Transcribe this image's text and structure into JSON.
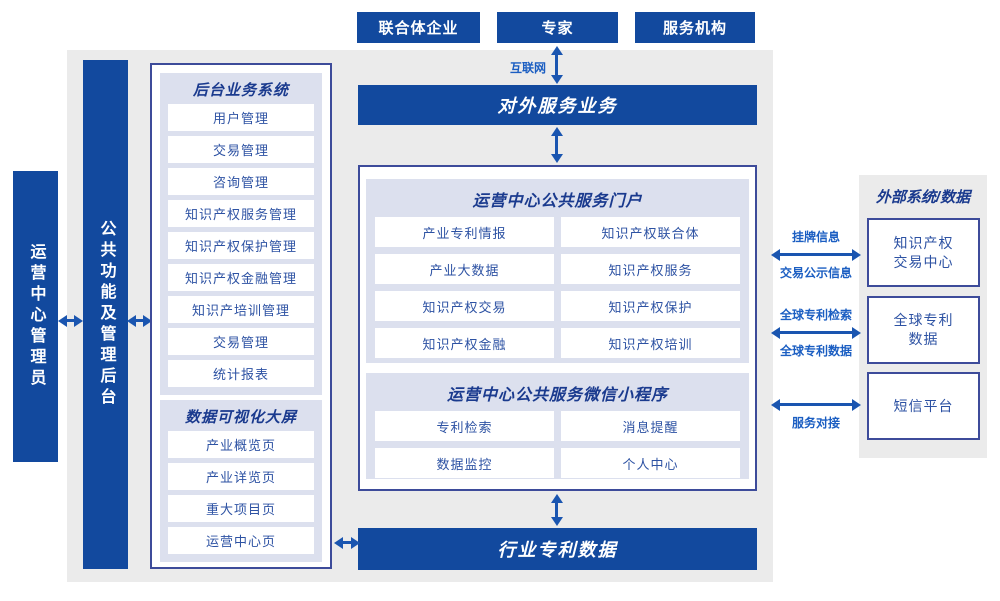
{
  "top_actors": {
    "items": [
      "联合体企业",
      "专家",
      "服务机构"
    ]
  },
  "internet": {
    "label": "互联网"
  },
  "bars": {
    "external_service": "对外服务业务",
    "industry_data": "行业专利数据"
  },
  "side_bars": {
    "admin": "运营中心管理员",
    "backend": "公共功能及管理后台"
  },
  "left_panel": {
    "backend_system": {
      "title": "后台业务系统",
      "items": [
        "用户管理",
        "交易管理",
        "咨询管理",
        "知识产权服务管理",
        "知识产权保护管理",
        "知识产权金融管理",
        "知识产培训管理",
        "交易管理",
        "统计报表"
      ]
    },
    "data_viz": {
      "title": "数据可视化大屏",
      "items": [
        "产业概览页",
        "产业详览页",
        "重大项目页",
        "运营中心页"
      ]
    }
  },
  "central": {
    "portal": {
      "title": "运营中心公共服务门户",
      "items": [
        "产业专利情报",
        "知识产权联合体",
        "产业大数据",
        "知识产权服务",
        "知识产权交易",
        "知识产权保护",
        "知识产权金融",
        "知识产权培训"
      ]
    },
    "mini": {
      "title": "运营中心公共服务微信小程序",
      "items": [
        "专利检索",
        "消息提醒",
        "数据监控",
        "个人中心"
      ]
    }
  },
  "external": {
    "title": "外部系统/数据",
    "boxes": [
      "知识产权\n交易中心",
      "全球专利\n数据",
      "短信平台"
    ],
    "links": [
      {
        "top": "挂牌信息",
        "bottom": "交易公示信息"
      },
      {
        "top": "全球专利检索",
        "bottom": "全球专利数据"
      },
      {
        "bottom": "服务对接"
      }
    ]
  },
  "colors": {
    "dark_blue": "#12499e",
    "arrow_blue": "#1a55b0",
    "lavender": "#dce0ee",
    "panel_border": "#3d4b9a",
    "background_gray": "#ebebeb"
  }
}
